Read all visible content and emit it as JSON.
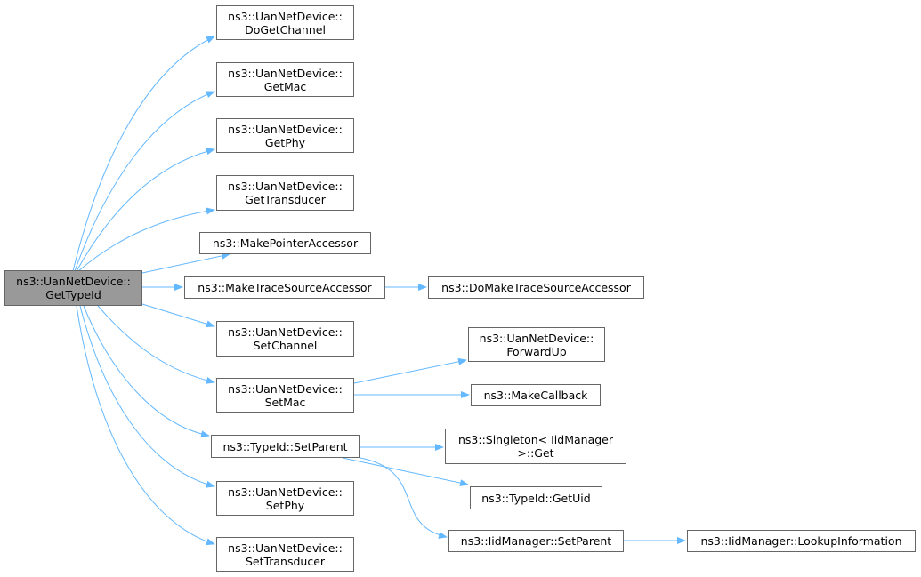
{
  "graph": {
    "edge_color": "#63b8ff",
    "node_border_color": "#666666",
    "root_fill_color": "#999999",
    "nodes": {
      "root": {
        "line1": "ns3::UanNetDevice::",
        "line2": "GetTypeId"
      },
      "doGetChannel": {
        "line1": "ns3::UanNetDevice::",
        "line2": "DoGetChannel"
      },
      "getMac": {
        "line1": "ns3::UanNetDevice::",
        "line2": "GetMac"
      },
      "getPhy": {
        "line1": "ns3::UanNetDevice::",
        "line2": "GetPhy"
      },
      "getTransducer": {
        "line1": "ns3::UanNetDevice::",
        "line2": "GetTransducer"
      },
      "makePointerAccessor": {
        "line1": "ns3::MakePointerAccessor"
      },
      "makeTraceSourceAccessor": {
        "line1": "ns3::MakeTraceSourceAccessor"
      },
      "doMakeTraceSourceAccessor": {
        "line1": "ns3::DoMakeTraceSourceAccessor"
      },
      "setChannel": {
        "line1": "ns3::UanNetDevice::",
        "line2": "SetChannel"
      },
      "forwardUp": {
        "line1": "ns3::UanNetDevice::",
        "line2": "ForwardUp"
      },
      "setMac": {
        "line1": "ns3::UanNetDevice::",
        "line2": "SetMac"
      },
      "makeCallback": {
        "line1": "ns3::MakeCallback"
      },
      "typeIdSetParent": {
        "line1": "ns3::TypeId::SetParent"
      },
      "singletonGet": {
        "line1": "ns3::Singleton< IidManager",
        "line2": ">::Get"
      },
      "typeIdGetUid": {
        "line1": "ns3::TypeId::GetUid"
      },
      "setPhy": {
        "line1": "ns3::UanNetDevice::",
        "line2": "SetPhy"
      },
      "setTransducer": {
        "line1": "ns3::UanNetDevice::",
        "line2": "SetTransducer"
      },
      "iidSetParent": {
        "line1": "ns3::IidManager::SetParent"
      },
      "lookupInformation": {
        "line1": "ns3::IidManager::LookupInformation"
      }
    }
  }
}
